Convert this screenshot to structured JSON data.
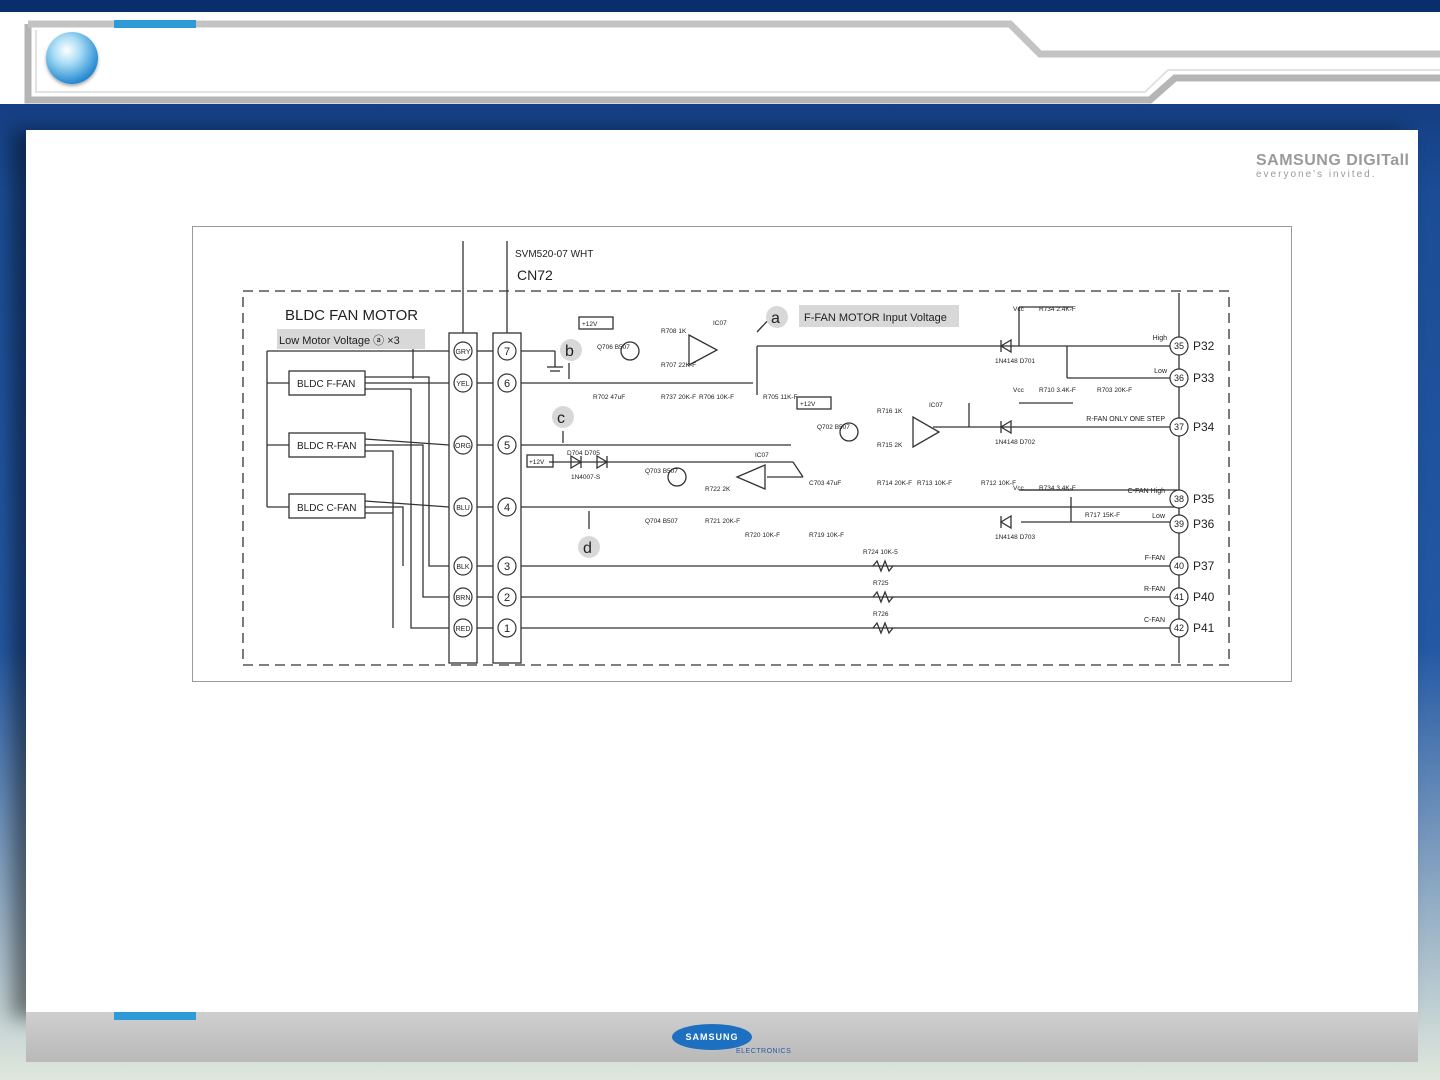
{
  "brand": {
    "name": "SAMSUNG DIGITall",
    "slogan": "everyone's invited.",
    "footer_logo": "SAMSUNG",
    "footer_sub": "ELECTRONICS"
  },
  "diagram": {
    "connector_part": "SVM520-07 WHT",
    "connector_name": "CN72",
    "motor_title": "BLDC FAN MOTOR",
    "low_motor_voltage": "Low Motor Voltage ⓐ ×3",
    "fan_f": "BLDC F-FAN",
    "fan_r": "BLDC R-FAN",
    "fan_c": "BLDC C-FAN",
    "callout_a": "a",
    "callout_a_label": "F-FAN MOTOR Input Voltage",
    "callout_b": "b",
    "callout_c": "c",
    "callout_d": "d",
    "wire_colors": [
      "GRY",
      "YEL",
      "ORG",
      "BLU",
      "BLK",
      "BRN",
      "RED"
    ],
    "pin_numbers": [
      "7",
      "6",
      "5",
      "4",
      "3",
      "2",
      "1"
    ],
    "ports": [
      {
        "pin": "35",
        "name": "P32",
        "tag": "High"
      },
      {
        "pin": "36",
        "name": "P33",
        "tag": "Low"
      },
      {
        "pin": "37",
        "name": "P34",
        "tag": "R-FAN ONLY ONE STEP"
      },
      {
        "pin": "38",
        "name": "P35",
        "tag": "C-FAN High"
      },
      {
        "pin": "39",
        "name": "P36",
        "tag": "Low"
      },
      {
        "pin": "40",
        "name": "P37",
        "tag": "F-FAN"
      },
      {
        "pin": "41",
        "name": "P40",
        "tag": "R-FAN"
      },
      {
        "pin": "42",
        "name": "P41",
        "tag": "C-FAN"
      }
    ],
    "supply": "+12V",
    "vcc": "Vcc",
    "ic": "IC07",
    "parts": {
      "q706": "Q706 B507",
      "q702": "Q702 B507",
      "q703": "Q703 B507",
      "q704": "Q704 B507",
      "r708": "R708 1K",
      "r707": "R707 22K-F",
      "r702": "R702 47uF",
      "r737": "R737 20K-F",
      "r706": "R706 10K-F",
      "r705": "R705 11K-F",
      "r716": "R716 1K",
      "r715": "R715 2K",
      "r714": "R714 20K-F",
      "r713": "R713 10K-F",
      "r712": "R712 10K-F",
      "c703": "C703 47uF",
      "r722": "R722 2K",
      "r721": "R721 20K-F",
      "r720": "R720 10K-F",
      "r719": "R719 10K-F",
      "r734a": "R734 2.4K-F",
      "r710": "R710 3.4K-F",
      "r703": "R703 20K-F",
      "r734b": "R734 3.4K-F",
      "r717": "R717 15K-F",
      "r724": "R724 10K-5",
      "r725": "R725",
      "r726": "R726",
      "d701": "1N4148 D701",
      "d702": "1N4148 D702",
      "d703": "1N4148 D703",
      "d704": "D704 D705",
      "d704_part": "1N4007-S"
    }
  }
}
